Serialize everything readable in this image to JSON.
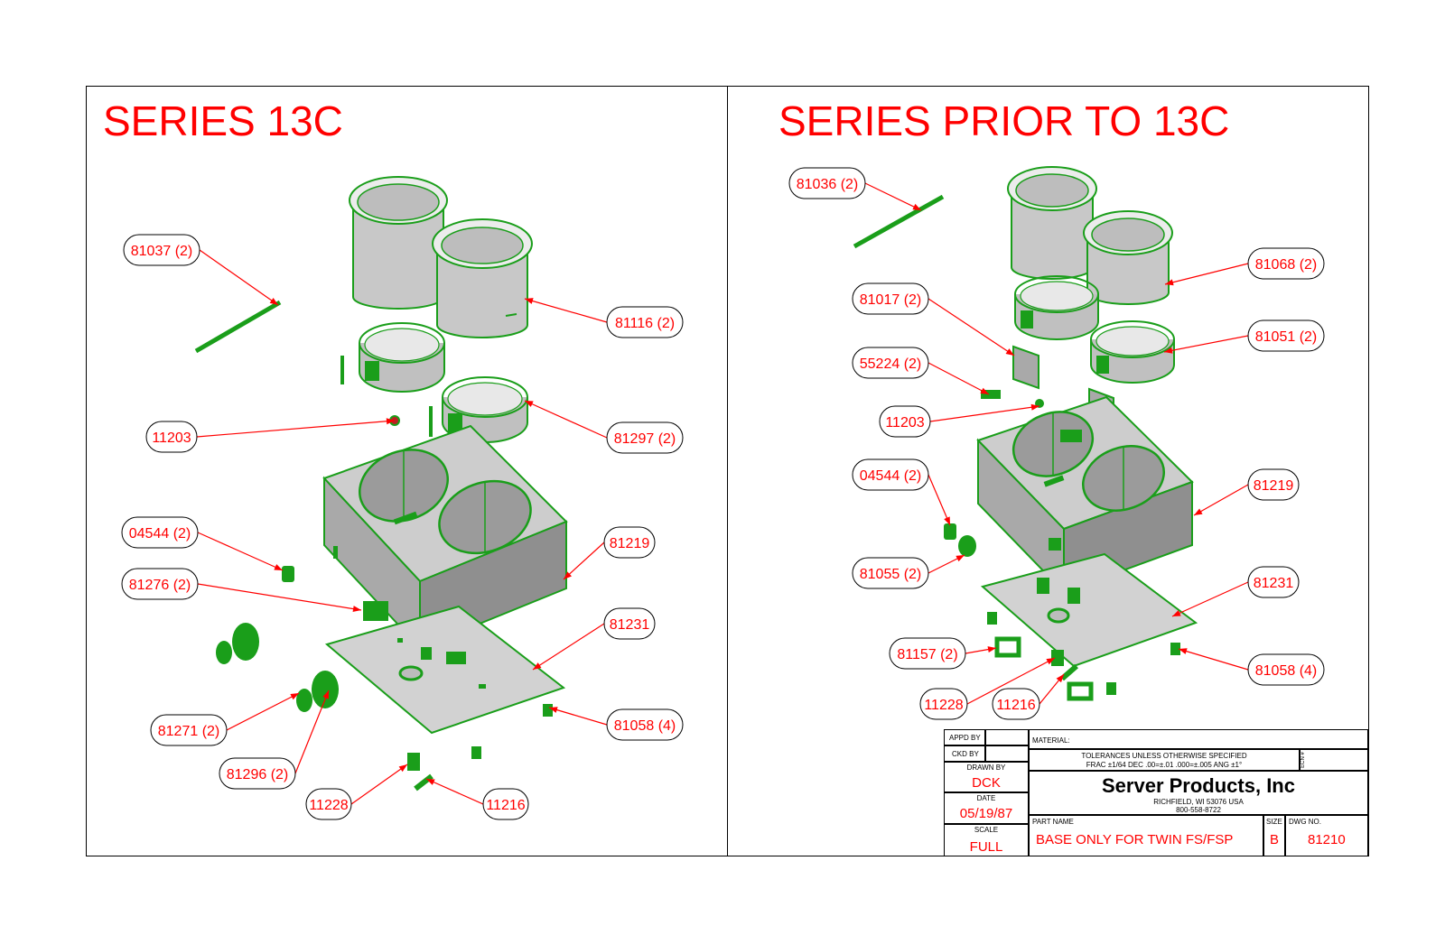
{
  "left_panel": {
    "title": "SERIES 13C",
    "callouts": [
      "81037 (2)",
      "81116 (2)",
      "11203",
      "81297 (2)",
      "04544 (2)",
      "81219",
      "81276 (2)",
      "81231",
      "81271 (2)",
      "81058 (4)",
      "81296 (2)",
      "11228",
      "11216"
    ]
  },
  "right_panel": {
    "title": "SERIES PRIOR TO 13C",
    "callouts": [
      "81036 (2)",
      "81068 (2)",
      "81017 (2)",
      "81051 (2)",
      "55224 (2)",
      "11203",
      "04544 (2)",
      "81219",
      "81055 (2)",
      "81231",
      "81157 (2)",
      "81058 (4)",
      "11228",
      "11216"
    ]
  },
  "title_block": {
    "appd_by_label": "APPD BY",
    "ckd_by_label": "CKD BY",
    "drawn_by_label": "DRAWN BY",
    "drawn_by_value": "DCK",
    "date_label": "DATE",
    "date_value": "05/19/87",
    "scale_label": "SCALE",
    "scale_value": "FULL",
    "material_label": "MATERIAL:",
    "tolerance_line1": "TOLERANCES UNLESS OTHERWISE SPECIFIED",
    "tolerance_line2": "FRAC ±1/64 DEC .00=±.01 .000=±.005 ANG ±1°",
    "rev_label": "ECN #",
    "company": "Server Products, Inc",
    "address": "RICHFIELD, WI 53076 USA",
    "phone": "800-558-8722",
    "part_name_label": "PART NAME",
    "part_name_value": "BASE ONLY FOR TWIN FS/FSP",
    "size_label": "SIZE",
    "size_value": "B",
    "dwg_no_label": "DWG NO.",
    "dwg_no_value": "81210"
  },
  "colors": {
    "callout_red": "#ff0000",
    "part_green": "#1a9e1a",
    "part_fill": "#cfcfcf",
    "part_shade": "#9e9e9e",
    "part_dark": "#7a7a7a"
  }
}
